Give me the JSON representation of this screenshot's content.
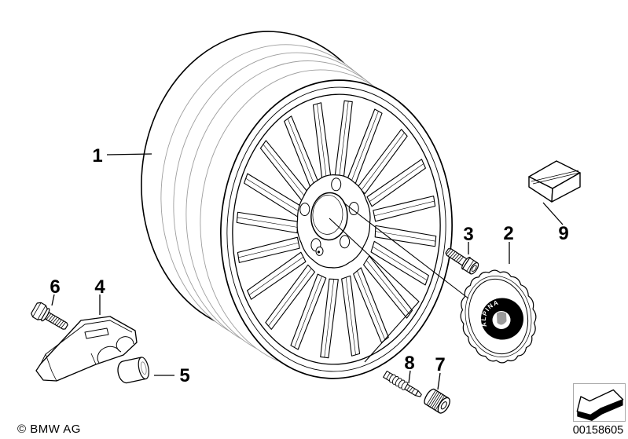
{
  "diagram": {
    "callouts": [
      {
        "id": "1",
        "label": "1"
      },
      {
        "id": "2",
        "label": "2"
      },
      {
        "id": "3",
        "label": "3"
      },
      {
        "id": "4",
        "label": "4"
      },
      {
        "id": "5",
        "label": "5"
      },
      {
        "id": "6",
        "label": "6"
      },
      {
        "id": "7",
        "label": "7"
      },
      {
        "id": "8",
        "label": "8"
      },
      {
        "id": "9",
        "label": "9"
      }
    ],
    "cap_logo_text": "ALPINA"
  },
  "footer": {
    "copyright": "© BMW AG",
    "doc_number": "00158605"
  },
  "colors": {
    "line": "#000000",
    "background": "#ffffff",
    "barrel_contour_gray": "#9e9e9e",
    "shield_gray": "#9a9a9a",
    "box_border": "#a9a9a9"
  }
}
